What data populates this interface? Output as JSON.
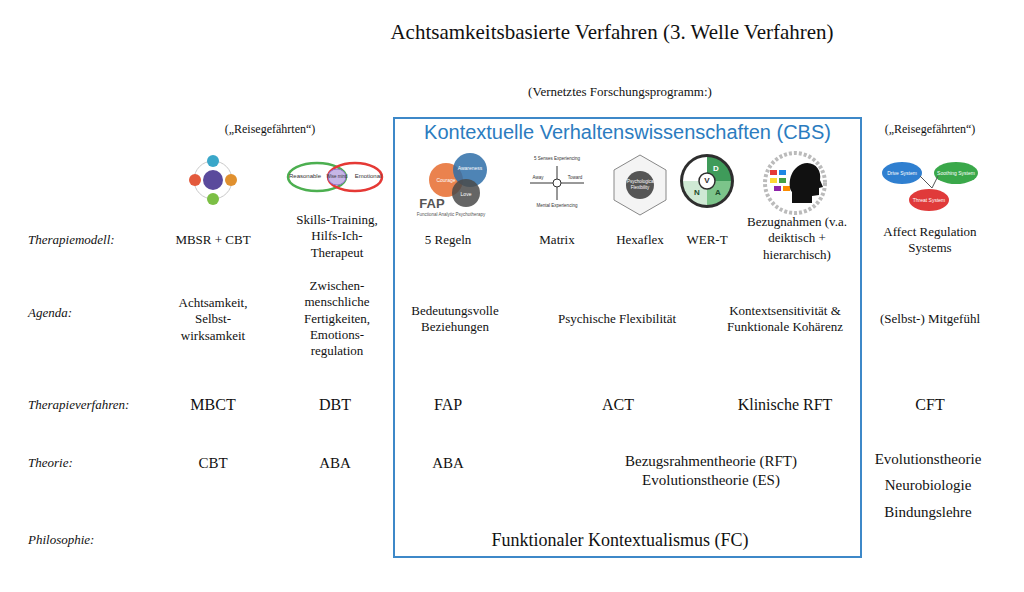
{
  "diagram": {
    "title": "Achtsamkeitsbasierte Verfahren (3. Welle Verfahren)",
    "nodes": [
      {
        "text": [
          "Kontextuelle Verhaltenswissenschaften (CBS)"
        ]
      }
    ],
    "labels": [
      "(Vernetztes Forschungsprogramm:)",
      "(„Reisegefährten“)",
      "(„Reisegefährten“)",
      "Therapiemodell:",
      "Agenda:",
      "Therapieverfahren:",
      "Theorie:",
      "Philosophie:",
      "MBSR + CBT",
      "Skills-Training, Hilfs-Ich-Therapeut",
      "5 Regeln",
      "Matrix",
      "Hexaflex",
      "WER-T",
      "Bezugnahmen (v.a. deiktisch + hierarchisch)",
      "Affect Regulation Systems",
      "Achtsamkeit, Selbst-wirksamkeit",
      "Zwischen-menschliche Fertigkeiten, Emotions-regulation",
      "Bedeutungsvolle Beziehungen",
      "Psychische Flexibilität",
      "Kontextsensitivität & Funktionale Kohärenz",
      "(Selbst-) Mitgefühl",
      "MBCT",
      "DBT",
      "FAP",
      "ACT",
      "Klinische RFT",
      "CFT",
      "CBT",
      "ABA",
      "ABA",
      "Bezugsrahmentheorie (RFT) Evolutionstheorie (ES)",
      "Evolutionstheorie Neurobiologie Bindungslehre",
      "Funktionaler Kontextualismus (FC)",
      "Reasonable",
      "Wise mind",
      "Emotional",
      "FAP",
      "Functional Analytic Psychotherapy",
      "Courage",
      "Awareness",
      "Love",
      "Psychological Flexibility",
      "D",
      "A",
      "N",
      "V",
      "Drive System",
      "Soothing System",
      "Threat System",
      "5 Senses Experiencing",
      "Mental Experiencing",
      "Away",
      "Toward"
    ]
  }
}
